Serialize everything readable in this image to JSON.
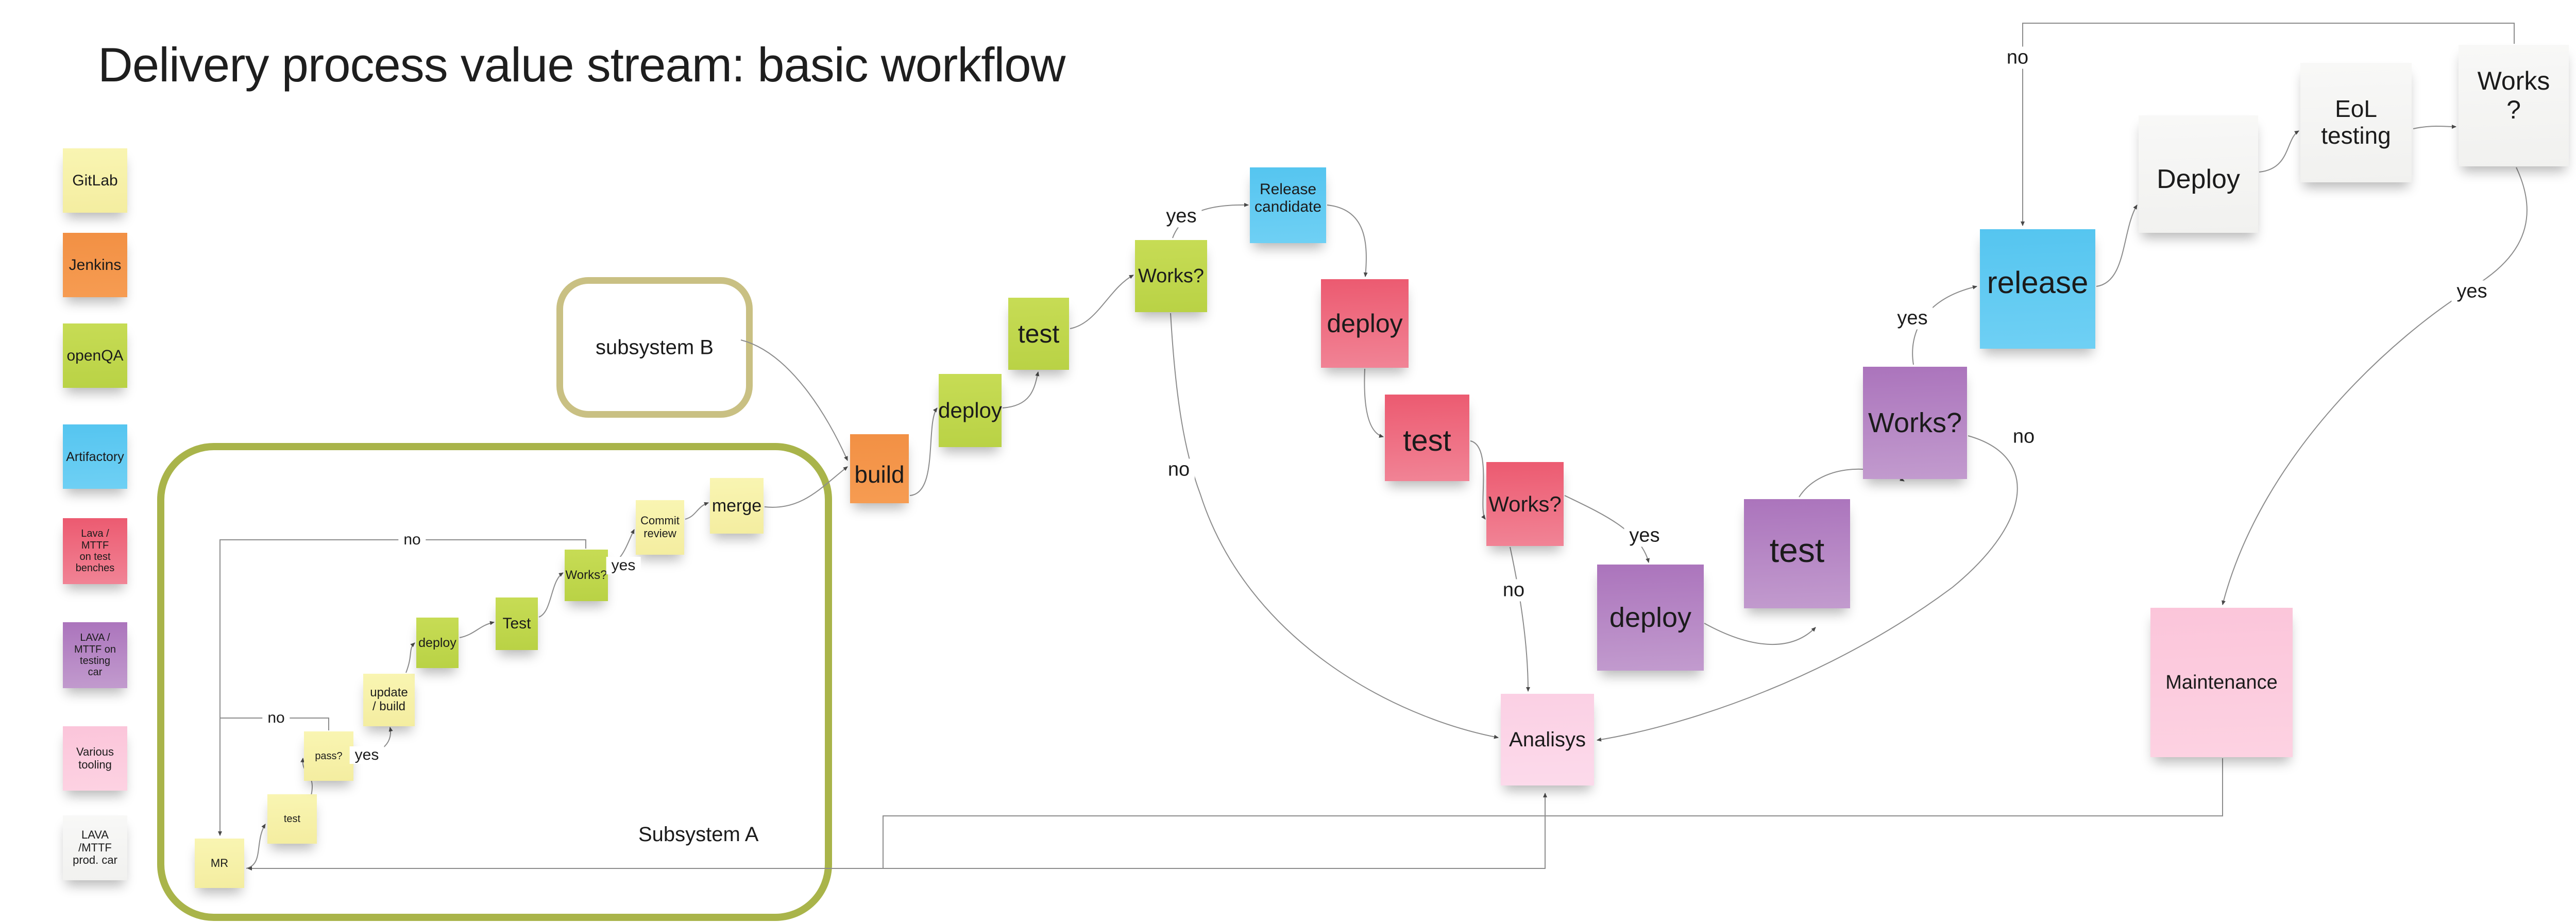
{
  "title": "Delivery process value stream: basic workflow",
  "palette": {
    "yellow": "#f6f0a6",
    "orange": "#f5954a",
    "lime": "#c0d64d",
    "cyan": "#5fc9f1",
    "red": "#ee6076",
    "purple": "#b383c2",
    "pink": "#fbc9dd",
    "pink_light": "#fbd4e6",
    "white": "#f6f6f4",
    "ink": "#1b1b1b",
    "subsystem_a_border": "#a9b44a",
    "subsystem_b_border": "#c9c083",
    "connector": "#8c8c8c"
  },
  "groups": {
    "subsystem_a": "Subsystem A",
    "subsystem_b": "subsystem B"
  },
  "nodes": [
    {
      "id": "legend-gitlab",
      "label": "GitLab",
      "color": "yellow"
    },
    {
      "id": "legend-jenkins",
      "label": "Jenkins",
      "color": "orange"
    },
    {
      "id": "legend-openqa",
      "label": "openQA",
      "color": "lime"
    },
    {
      "id": "legend-artifactory",
      "label": "Artifactory",
      "color": "cyan"
    },
    {
      "id": "legend-lava-bench",
      "label": "Lava /\nMTTF\non test\nbenches",
      "color": "red"
    },
    {
      "id": "legend-lava-testing-car",
      "label": "LAVA /\nMTTF on\ntesting\ncar",
      "color": "purple"
    },
    {
      "id": "legend-various-tooling",
      "label": "Various\ntooling",
      "color": "pink"
    },
    {
      "id": "legend-lava-prod-car",
      "label": "LAVA\n/MTTF\nprod. car",
      "color": "white"
    },
    {
      "id": "mr",
      "label": "MR",
      "color": "yellow"
    },
    {
      "id": "test-a",
      "label": "test",
      "color": "yellow"
    },
    {
      "id": "pass",
      "label": "pass?",
      "color": "yellow"
    },
    {
      "id": "update-build",
      "label": "update\n/ build",
      "color": "yellow"
    },
    {
      "id": "deploy-a",
      "label": "deploy",
      "color": "lime"
    },
    {
      "id": "test-a2",
      "label": "Test",
      "color": "lime"
    },
    {
      "id": "works-a",
      "label": "Works?",
      "color": "lime"
    },
    {
      "id": "commit-review",
      "label": "Commit\nreview",
      "color": "yellow"
    },
    {
      "id": "merge",
      "label": "merge",
      "color": "yellow"
    },
    {
      "id": "build",
      "label": "build",
      "color": "orange"
    },
    {
      "id": "deploy-b",
      "label": "deploy",
      "color": "lime"
    },
    {
      "id": "test-b",
      "label": "test",
      "color": "lime"
    },
    {
      "id": "works-b",
      "label": "Works?",
      "color": "lime"
    },
    {
      "id": "release-candidate",
      "label": "Release\ncandidate",
      "color": "cyan"
    },
    {
      "id": "deploy-c",
      "label": "deploy",
      "color": "red"
    },
    {
      "id": "test-c",
      "label": "test",
      "color": "red"
    },
    {
      "id": "works-c",
      "label": "Works?",
      "color": "red"
    },
    {
      "id": "deploy-d",
      "label": "deploy",
      "color": "purple"
    },
    {
      "id": "test-d",
      "label": "test",
      "color": "purple"
    },
    {
      "id": "works-d",
      "label": "Works?",
      "color": "purple"
    },
    {
      "id": "release",
      "label": "release",
      "color": "cyan"
    },
    {
      "id": "deploy-e",
      "label": "Deploy",
      "color": "white"
    },
    {
      "id": "eol-testing",
      "label": "EoL\ntesting",
      "color": "white"
    },
    {
      "id": "works-e",
      "label": "Works\n?",
      "color": "white"
    },
    {
      "id": "maintenance",
      "label": "Maintenance",
      "color": "pink"
    },
    {
      "id": "analisys",
      "label": "Analisys",
      "color": "pink_light"
    }
  ],
  "edges": [
    {
      "from": "mr",
      "to": "test-a",
      "label": ""
    },
    {
      "from": "test-a",
      "to": "pass",
      "label": ""
    },
    {
      "from": "pass",
      "to": "update-build",
      "label": "yes"
    },
    {
      "from": "pass",
      "to": "mr",
      "label": "no"
    },
    {
      "from": "update-build",
      "to": "deploy-a",
      "label": ""
    },
    {
      "from": "deploy-a",
      "to": "test-a2",
      "label": ""
    },
    {
      "from": "test-a2",
      "to": "works-a",
      "label": ""
    },
    {
      "from": "works-a",
      "to": "commit-review",
      "label": "yes"
    },
    {
      "from": "works-a",
      "to": "mr",
      "label": "no"
    },
    {
      "from": "commit-review",
      "to": "merge",
      "label": ""
    },
    {
      "from": "merge",
      "to": "build",
      "label": ""
    },
    {
      "from": "subsystem-b",
      "to": "build",
      "label": ""
    },
    {
      "from": "build",
      "to": "deploy-b",
      "label": ""
    },
    {
      "from": "deploy-b",
      "to": "test-b",
      "label": ""
    },
    {
      "from": "test-b",
      "to": "works-b",
      "label": ""
    },
    {
      "from": "works-b",
      "to": "release-candidate",
      "label": "yes"
    },
    {
      "from": "works-b",
      "to": "analisys",
      "label": "no"
    },
    {
      "from": "release-candidate",
      "to": "deploy-c",
      "label": ""
    },
    {
      "from": "deploy-c",
      "to": "test-c",
      "label": ""
    },
    {
      "from": "test-c",
      "to": "works-c",
      "label": ""
    },
    {
      "from": "works-c",
      "to": "deploy-d",
      "label": "yes"
    },
    {
      "from": "works-c",
      "to": "analisys",
      "label": "no"
    },
    {
      "from": "deploy-d",
      "to": "test-d",
      "label": ""
    },
    {
      "from": "test-d",
      "to": "works-d",
      "label": ""
    },
    {
      "from": "works-d",
      "to": "release",
      "label": "yes"
    },
    {
      "from": "works-d",
      "to": "analisys",
      "label": "no"
    },
    {
      "from": "release",
      "to": "deploy-e",
      "label": ""
    },
    {
      "from": "deploy-e",
      "to": "eol-testing",
      "label": ""
    },
    {
      "from": "eol-testing",
      "to": "works-e",
      "label": ""
    },
    {
      "from": "works-e",
      "to": "release",
      "label": "no"
    },
    {
      "from": "works-e",
      "to": "maintenance",
      "label": "yes"
    },
    {
      "from": "maintenance",
      "to": "mr",
      "label": ""
    },
    {
      "from": "maintenance",
      "to": "analisys",
      "label": ""
    }
  ]
}
